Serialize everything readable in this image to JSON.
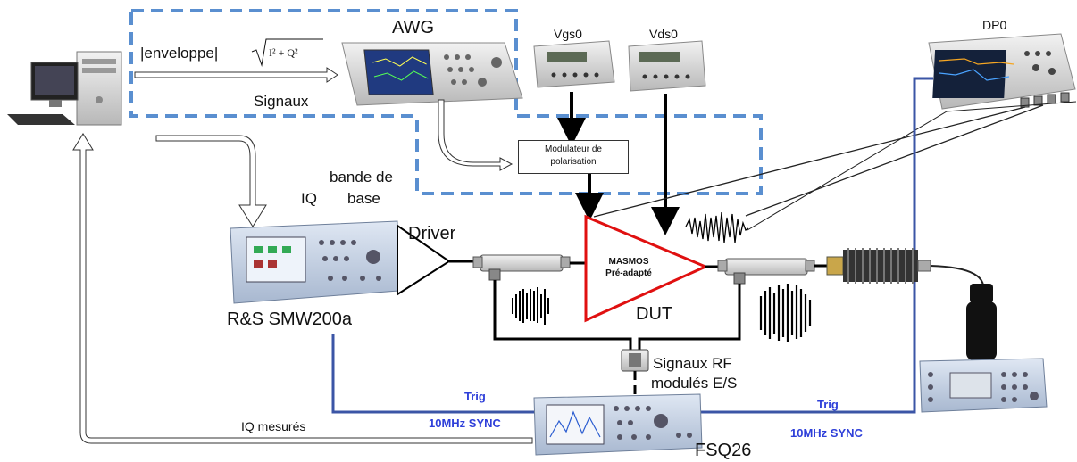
{
  "labels": {
    "awg": "AWG",
    "vgs0": "Vgs0",
    "vds0": "Vds0",
    "dpo": "DP0",
    "enveloppe": "|enveloppe|",
    "signaux": "Signaux",
    "iq": "IQ",
    "bande_de": "bande de",
    "base": "base",
    "driver": "Driver",
    "rs_smw": "R&S SMW200a",
    "dut": "DUT",
    "signaux_rf": "Signaux RF",
    "modules_es": "modulés E/S",
    "trig_left": "Trig",
    "sync_left": "10MHz SYNC",
    "trig_right": "Trig",
    "sync_right": "10MHz SYNC",
    "iq_mesures": "IQ mesurés",
    "fsq26": "FSQ26",
    "modulateur_line1": "Modulateur de",
    "modulateur_line2": "polarisation",
    "masmos_line1": "MASMOS",
    "masmos_line2": "Pré-adapté"
  },
  "colors": {
    "dashed_blue": "#5a8fd0",
    "sync_line": "#3b55a6",
    "dut_red": "#e01010",
    "blue_text": "#2e3fd9"
  }
}
